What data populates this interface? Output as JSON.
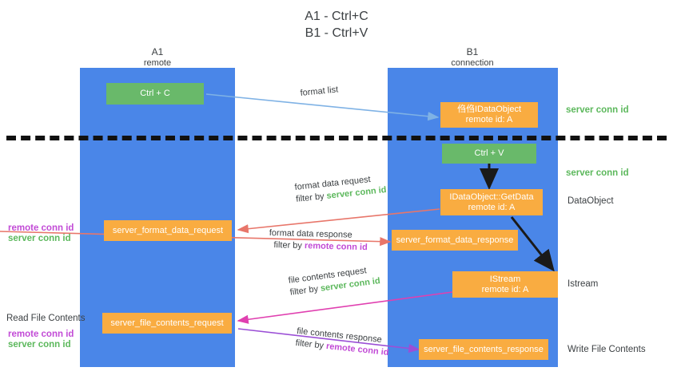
{
  "title": {
    "line1": "A1 - Ctrl+C",
    "line2": "B1 - Ctrl+V"
  },
  "columns": [
    {
      "name": "A1",
      "sub": "remote"
    },
    {
      "name": "B1",
      "sub": "connection"
    }
  ],
  "boxes": {
    "ctrl_c": {
      "label": "Ctrl + C"
    },
    "ctrl_v": {
      "label": "Ctrl + V"
    },
    "idataobject": {
      "line1": "㑇㑇IDataObject",
      "line2": "remote id: A"
    },
    "getdata": {
      "line1": "IDataObject::GetData",
      "line2": "remote id: A"
    },
    "istream": {
      "line1": "IStream",
      "line2": "remote id: A"
    },
    "format_data_request": {
      "label": "server_format_data_request"
    },
    "format_data_response": {
      "label": "server_format_data_response"
    },
    "file_contents_request": {
      "label": "server_file_contents_request"
    },
    "file_contents_response": {
      "label": "server_file_contents_response"
    }
  },
  "edges": {
    "format_list": {
      "label": "format list"
    },
    "format_data_request": {
      "label": "format data request",
      "filter_prefix": "filter by ",
      "filter_value": "server conn id"
    },
    "format_data_response": {
      "label": "format data response",
      "filter_prefix": "filter by ",
      "filter_value": "remote conn id"
    },
    "file_contents_request": {
      "label": "file contents request",
      "filter_prefix": "filter by ",
      "filter_value": "server conn id"
    },
    "file_contents_response": {
      "label": "file contents response",
      "filter_prefix": "filter by ",
      "filter_value": "remote conn id"
    }
  },
  "annotations": {
    "right_server_conn_top": "server conn id",
    "right_server_conn_mid": "server conn id",
    "right_dataobject": "DataObject",
    "right_istream": "Istream",
    "right_write_file_contents": "Write File Contents",
    "left_remote_conn_1": "remote conn id",
    "left_server_conn_1": "server conn id",
    "left_read_file_contents": "Read File Contents",
    "left_remote_conn_2": "remote conn id",
    "left_server_conn_2": "server conn id"
  },
  "colors": {
    "lane": "#4a86e8",
    "box_green": "#69b96a",
    "box_orange": "#f9ac41",
    "server_conn_id": "#5cb85c",
    "remote_conn_id": "#c24bd6",
    "arrow_blue": "#7fb2e5",
    "arrow_red": "#e8766a",
    "arrow_magenta": "#e040b0",
    "arrow_purple": "#9b4fd6",
    "arrow_black": "#1a1a1a"
  }
}
